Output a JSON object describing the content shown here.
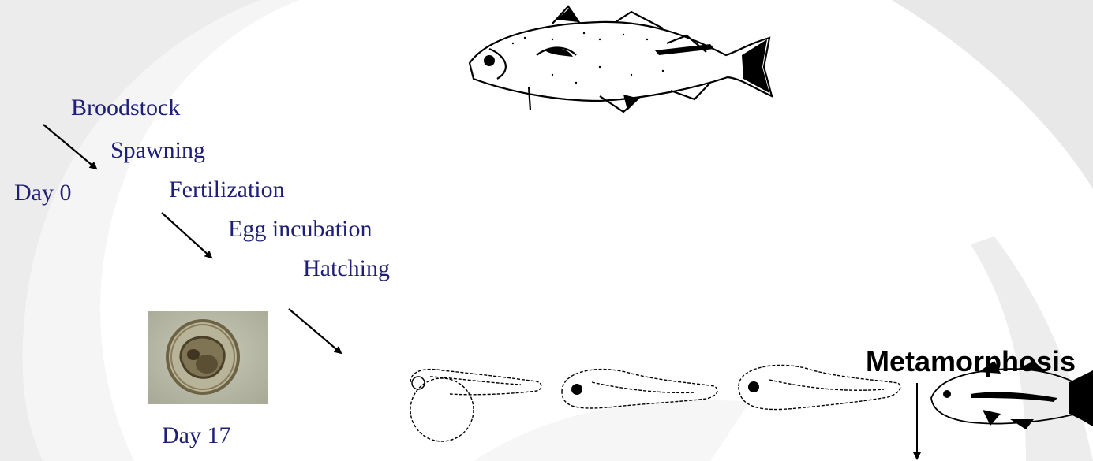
{
  "colors": {
    "label": "#1f1f78",
    "metamorphosis": "#000000",
    "background": "#ffffff",
    "swoosh": "#e6e6e6"
  },
  "stages": {
    "broodstock": "Broodstock",
    "spawning": "Spawning",
    "fertilization": "Fertilization",
    "egg_incubation": "Egg incubation",
    "hatching": "Hatching",
    "metamorphosis": "Metamorphosis"
  },
  "days": {
    "start": "Day 0",
    "egg_photo": "Day 17"
  },
  "illustrations": [
    "adult-cod",
    "cod-egg-photo",
    "yolk-sac-larva",
    "larva-stage-2",
    "larva-stage-3",
    "juvenile-cod"
  ]
}
